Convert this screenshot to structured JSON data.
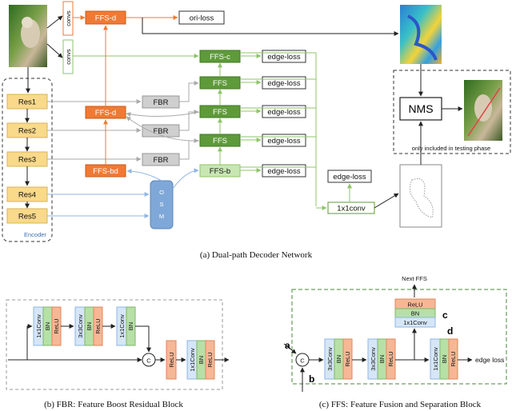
{
  "diagram": {
    "top": {
      "convs_top": "convs",
      "convs_bottom": "convs",
      "ffs_d_top": "FFS-d",
      "ori_loss": "ori-loss",
      "ffs_c": "FFS-c",
      "ffs_1": "FFS",
      "ffs_2": "FFS",
      "ffs_3": "FFS",
      "ffs_b": "FFS-b",
      "edge_losses": [
        "edge-loss",
        "edge-loss",
        "edge-loss",
        "edge-loss",
        "edge-loss"
      ],
      "edge_loss_final": "edge-loss",
      "fbr_labels": [
        "FBR",
        "FBR",
        "FBR"
      ],
      "ffs_d_mid": "FFS-d",
      "ffs_bd": "FFS-bd",
      "osm": "O\nS\nM",
      "osm_letters": [
        "O",
        "S",
        "M"
      ],
      "res_labels": [
        "Res1",
        "Res2",
        "Res3",
        "Res4",
        "Res5"
      ],
      "encoder": "Encoder",
      "conv1x1": "1x1conv",
      "nms": "NMS",
      "testing_note": "only included in testing phase",
      "caption": "(a)  Dual-path Decoder Network"
    },
    "fbr_block": {
      "layers1": [
        "1x1Conv",
        "BN",
        "ReLU"
      ],
      "layers2": [
        "3x3Conv",
        "BN",
        "ReLU"
      ],
      "layers3": [
        "1x1Conv",
        "BN"
      ],
      "relu": "ReLU",
      "layers4": [
        "1x1Conv",
        "BN",
        "ReLU"
      ],
      "concat": "C",
      "caption": "(b)  FBR: Feature Boost Residual Block"
    },
    "ffs_block": {
      "next_ffs": "Next FFS",
      "stack_c": [
        "ReLU",
        "BN",
        "1x1Conv"
      ],
      "label_a": "a",
      "label_b": "b",
      "label_c": "c",
      "label_d": "d",
      "concat": "C",
      "layers1": [
        "3x3Conv",
        "BN",
        "ReLU"
      ],
      "layers2": [
        "3x3Conv",
        "BN",
        "ReLU"
      ],
      "layers3": [
        "1x1Conv",
        "BN",
        "ReLU"
      ],
      "edge_loss": "edge loss",
      "caption": "(c)  FFS: Feature Fusion and Separation Block"
    },
    "colors": {
      "orange": "#f07a33",
      "green_dark": "#5e9a3a",
      "green_light": "#9fd07a",
      "grey_box": "#cfcfcf",
      "res_yellow": "#f9d98a",
      "osm_blue": "#7fa8d8",
      "conv_blue": "#d6e6f7",
      "bn_green": "#b7e0a7",
      "relu_orange": "#f6b796"
    }
  }
}
